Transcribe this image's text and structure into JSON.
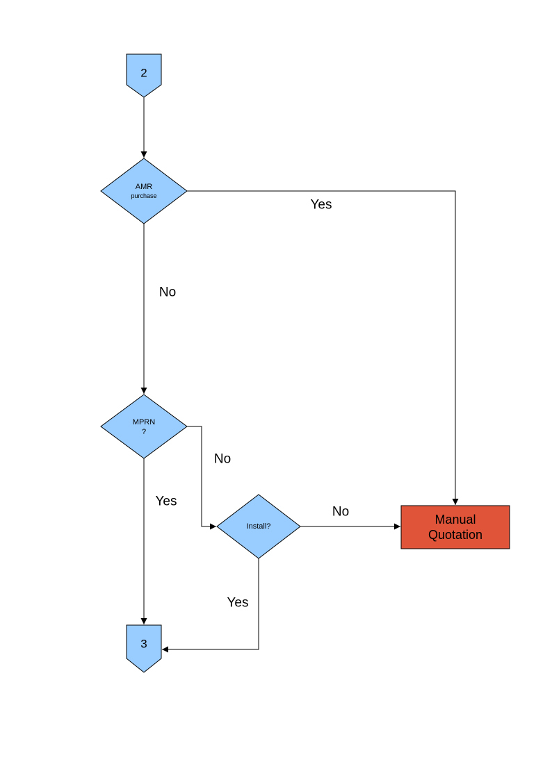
{
  "flowchart": {
    "colors": {
      "node_fill": "#99ccff",
      "node_stroke": "#000000",
      "manual_fill": "#e0553a",
      "edge_color": "#000000"
    },
    "nodes": {
      "connector2": {
        "label": "2"
      },
      "amr": {
        "line1": "AMR",
        "line2": "purchase"
      },
      "mprn": {
        "line1": "MPRN",
        "line2": "?"
      },
      "install": {
        "label": "Install?"
      },
      "manual": {
        "line1": "Manual",
        "line2": "Quotation"
      },
      "connector3": {
        "label": "3"
      }
    },
    "edges": {
      "amr_yes": "Yes",
      "amr_no": "No",
      "mprn_no": "No",
      "mprn_yes": "Yes",
      "install_no": "No",
      "install_yes": "Yes"
    }
  }
}
